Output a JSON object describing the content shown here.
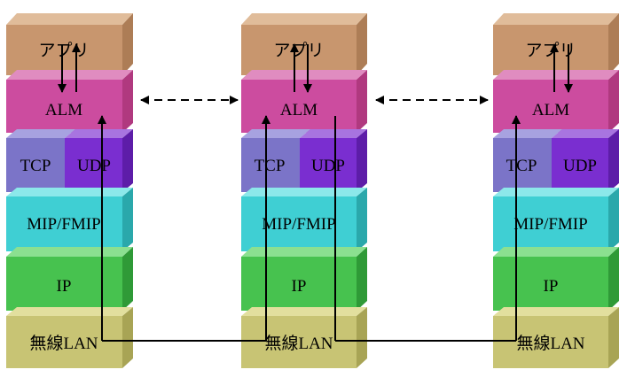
{
  "stacks": [
    {
      "layers": {
        "app": "アプリ",
        "alm": "ALM",
        "tcp": "TCP",
        "udp": "UDP",
        "mip": "MIP/FMIP",
        "ip": "IP",
        "wlan": "無線LAN"
      }
    },
    {
      "layers": {
        "app": "アプリ",
        "alm": "ALM",
        "tcp": "TCP",
        "udp": "UDP",
        "mip": "MIP/FMIP",
        "ip": "IP",
        "wlan": "無線LAN"
      }
    },
    {
      "layers": {
        "app": "アプリ",
        "alm": "ALM",
        "tcp": "TCP",
        "udp": "UDP",
        "mip": "MIP/FMIP",
        "ip": "IP",
        "wlan": "無線LAN"
      }
    }
  ],
  "colors": {
    "app": "#c8966e",
    "alm": "#cc4c9f",
    "tcp": "#7b74c8",
    "udp": "#7a2ed0",
    "mip": "#3fcfd3",
    "ip": "#47c24f",
    "wlan": "#c8c474"
  }
}
